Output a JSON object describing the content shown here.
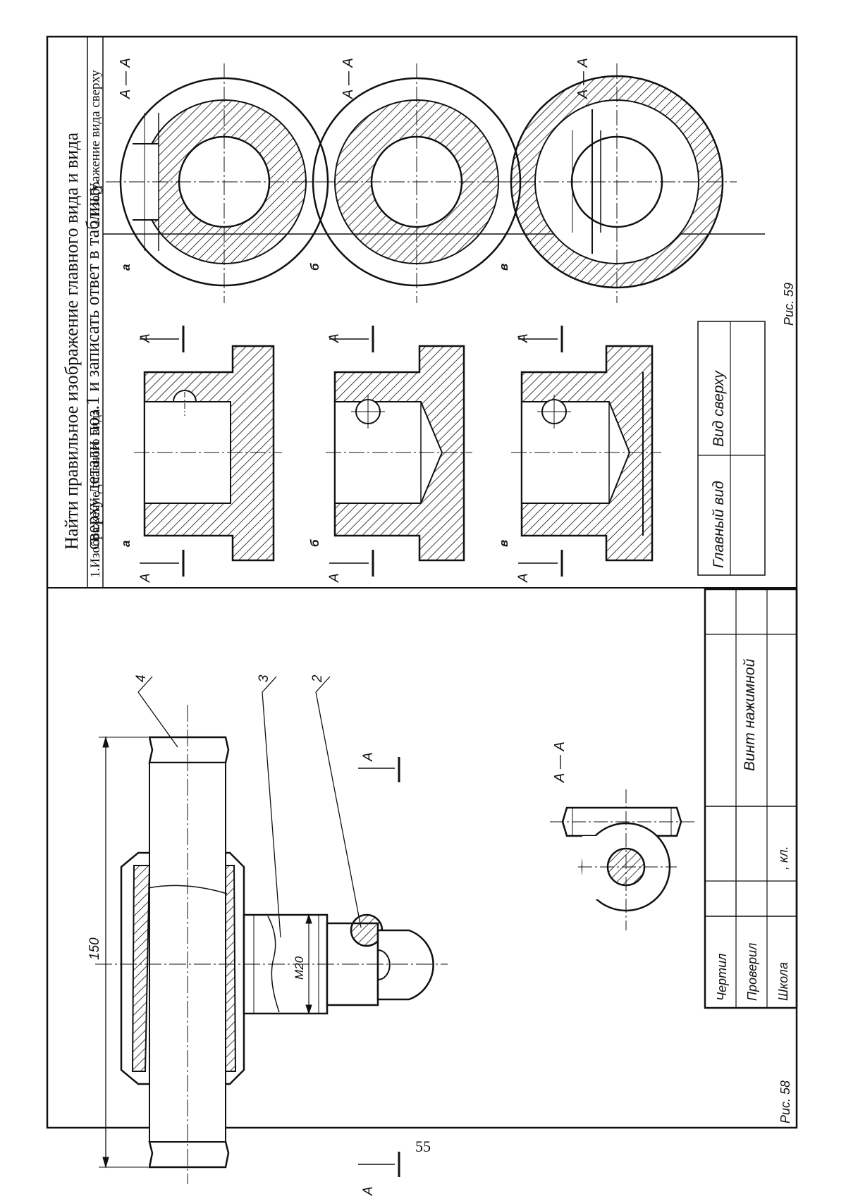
{
  "page_number": "55",
  "task": {
    "line1": "Найти правильное изображение главного вида и вида",
    "line2": "сверху детали поз.1 и записать ответ в таблицу.",
    "header_front": "1.Изображение главного вида",
    "header_top": "2.Изображение вида сверху"
  },
  "fig58": {
    "caption": "Рис. 58",
    "dimension_150": "150",
    "thread_label": "M20",
    "section_label": "А — А",
    "cut_letter": "А",
    "callouts": [
      "4",
      "3",
      "2"
    ],
    "title_block": {
      "row1": "Чертил",
      "row2": "Проверил",
      "row3": "Школа",
      "class_label": ", кл.",
      "part_name": "Винт нажимной"
    }
  },
  "fig59": {
    "caption": "Рис. 59",
    "section_label": "А — А",
    "cut_letter": "А",
    "variants": [
      "а",
      "б",
      "в"
    ],
    "answer_front_label": "Главный вид",
    "answer_top_label": "Вид сверху"
  }
}
